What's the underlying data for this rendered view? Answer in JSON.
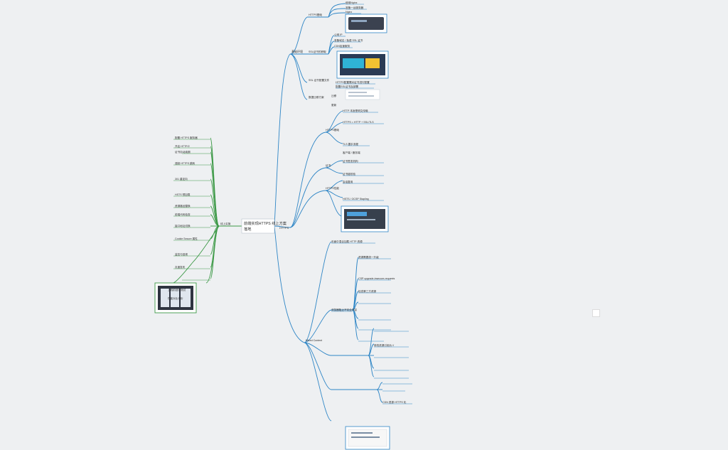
{
  "root": {
    "label": "前端实现HTTPS 线上方案\n落地"
  },
  "branch_setup": {
    "label": "基础环境",
    "children": [
      {
        "label": "HTTPS基础",
        "leaves": [
          "使用Nginx",
          "准备一台服务器",
          "Nginx"
        ]
      },
      {
        "label": "SSL证书的获取",
        "leaves": [
          "公网 IP",
          "准备域名 / 免费 SSL 证书",
          "CDN加速服务"
        ]
      },
      {
        "label": "SSL 证书配置文件",
        "leaves": [
          "HTTPS配置需对证书进行配置",
          "配置SSL证书及部署"
        ]
      },
      {
        "label": "数据迁移方案",
        "leaves": [
          "迁移",
          "更新"
        ]
      }
    ]
  },
  "branch_https": {
    "label": "HTTPS",
    "children": [
      {
        "label": "HTTPS基础",
        "leaves": [
          "HTTP 本身是明文传输",
          "HTTPS = HTTP + SSL/TLS",
          "TLS 握手流程",
          "客户端 / 服务端"
        ]
      },
      {
        "label": "证书",
        "leaves": [
          "证书签发机构",
          "证书链校验"
        ]
      },
      {
        "label": "HTTPS性能",
        "leaves": [
          "会话复用",
          "HSTS / OCSP Stapling"
        ]
      }
    ]
  },
  "branch_issue": {
    "label": "Mixed Content",
    "leaves": [
      "页面中混合加载 HTTP 资源",
      "浏览器阻止不安全内容",
      "资源需要统一升级",
      "CSP upgrade-insecure-requests",
      "检查第三方资源",
      "修改资源引用为 //",
      "CDN 资源 HTTPS 化"
    ]
  },
  "branch_left": {
    "label": "线上实施",
    "leaves": [
      "配置 HTTPS 服务器",
      "开启 HTTP/2",
      "证书自动续期",
      "强制 HTTPS 跳转",
      "301 重定向",
      "HSTS 预加载",
      "资源路径替换",
      "前端代码检查",
      "接口地址切换",
      "Cookie Secure 属性",
      "监控与回滚",
      "灰度发布"
    ],
    "notes": [
      "上线前回归测试",
      "性能对比分析"
    ]
  },
  "colors": {
    "line": "#2f86c6",
    "line_dark": "#1f6fae",
    "left": "#3e9a48",
    "bg": "#eef0f2",
    "text": "#2b2b2b"
  }
}
